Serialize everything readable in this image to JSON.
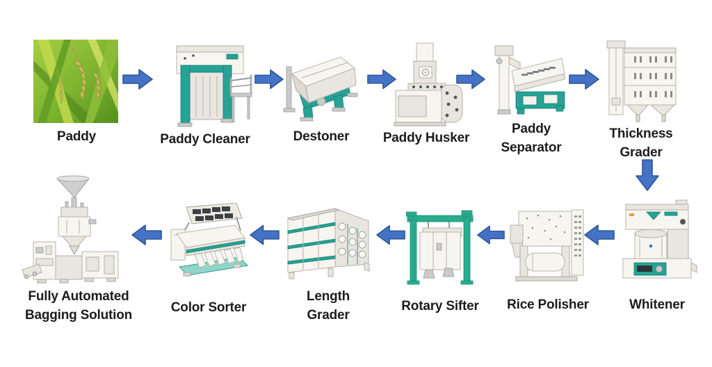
{
  "palette": {
    "background": "#ffffff",
    "arrow_fill": "#4472c4",
    "arrow_border": "#2f5597",
    "machine_teal": "#27a295",
    "frame_green": "#2aab8e",
    "label_color": "#1c1c1c"
  },
  "process": {
    "stages": [
      {
        "id": "paddy",
        "label": "Paddy",
        "lines": [
          "Paddy"
        ]
      },
      {
        "id": "paddy-cleaner",
        "label": "Paddy Cleaner",
        "lines": [
          "Paddy Cleaner"
        ]
      },
      {
        "id": "destoner",
        "label": "Destoner",
        "lines": [
          "Destoner"
        ]
      },
      {
        "id": "paddy-husker",
        "label": "Paddy Husker",
        "lines": [
          "Paddy Husker"
        ]
      },
      {
        "id": "paddy-separator",
        "label": "Paddy Separator",
        "lines": [
          "Paddy",
          "Separator"
        ]
      },
      {
        "id": "thickness-grader",
        "label": "Thickness Grader",
        "lines": [
          "Thickness",
          "Grader"
        ]
      },
      {
        "id": "whitener",
        "label": "Whitener",
        "lines": [
          "Whitener"
        ]
      },
      {
        "id": "rice-polisher",
        "label": "Rice Polisher",
        "lines": [
          "Rice Polisher"
        ]
      },
      {
        "id": "rotary-sifter",
        "label": "Rotary Sifter",
        "lines": [
          "Rotary Sifter"
        ]
      },
      {
        "id": "length-grader",
        "label": "Length Grader",
        "lines": [
          "Length",
          "Grader"
        ]
      },
      {
        "id": "color-sorter",
        "label": "Color Sorter",
        "lines": [
          "Color Sorter"
        ]
      },
      {
        "id": "bagging-solution",
        "label": "Fully Automated Bagging Solution",
        "lines": [
          "Fully Automated",
          "Bagging Solution"
        ]
      }
    ],
    "flow": [
      {
        "from": "Paddy",
        "to": "Paddy Cleaner",
        "direction": "right"
      },
      {
        "from": "Paddy Cleaner",
        "to": "Destoner",
        "direction": "right"
      },
      {
        "from": "Destoner",
        "to": "Paddy Husker",
        "direction": "right"
      },
      {
        "from": "Paddy Husker",
        "to": "Paddy Separator",
        "direction": "right"
      },
      {
        "from": "Paddy Separator",
        "to": "Thickness Grader",
        "direction": "right"
      },
      {
        "from": "Thickness Grader",
        "to": "Whitener",
        "direction": "down"
      },
      {
        "from": "Whitener",
        "to": "Rice Polisher",
        "direction": "left"
      },
      {
        "from": "Rice Polisher",
        "to": "Rotary Sifter",
        "direction": "left"
      },
      {
        "from": "Rotary Sifter",
        "to": "Length Grader",
        "direction": "left"
      },
      {
        "from": "Length Grader",
        "to": "Color Sorter",
        "direction": "left"
      },
      {
        "from": "Color Sorter",
        "to": "Fully Automated Bagging Solution",
        "direction": "left"
      }
    ]
  }
}
